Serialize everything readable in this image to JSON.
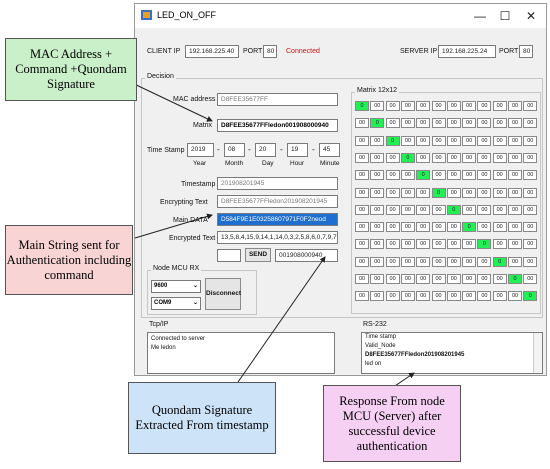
{
  "window": {
    "title": "LED_ON_OFF",
    "controls": [
      "—",
      "☐",
      "✕"
    ]
  },
  "connection": {
    "client_ip_label": "CLIENT IP",
    "client_ip": "192.168.225.40",
    "port_label": "PORT",
    "client_port": "80",
    "status": "Connected",
    "server_ip_label": "SERVER IP",
    "server_ip": "192.168.225.24",
    "server_port_label": "PORT",
    "server_port": "80"
  },
  "decision": {
    "title": "Decision",
    "mac_label": "MAC address",
    "mac_value": "D8FEE35677FF",
    "matrix_label": "Matrix",
    "matrix_value": "D8FEE35677FFledon001908000940",
    "timestamp_label": "Time Stamp",
    "ts": {
      "year": "2019",
      "month": "08",
      "day": "20",
      "hour": "19",
      "minute": "45"
    },
    "ts_units": {
      "year": "Year",
      "month": "Month",
      "day": "Day",
      "hour": "Hour",
      "minute": "Minute"
    },
    "timestamp2_label": "Timestamp",
    "timestamp2_value": "201908201945",
    "enc_label": "Encrypting Text",
    "enc_value": "D8FEE35677FFledon201908201945",
    "main_label": "Main DATA",
    "main_value": "D584F9E1E03258607971F0F2neod",
    "encrypted_label": "Encrypted Text",
    "encrypted_value": "13,5,8,4,15,9,14,1,14,0,3,2,5,8,6,0,7,9,7,1",
    "send_label": "SEND",
    "signature_value": "001908000940"
  },
  "node": {
    "title": "Node MCU RX",
    "baud": "9600",
    "port": "COM9",
    "disconnect_label": "Disconnect"
  },
  "matrix": {
    "title": "Matrix 12x12",
    "cell_text": "00",
    "on_text": "0",
    "on_cells": [
      [
        0,
        0
      ],
      [
        1,
        1
      ],
      [
        2,
        2
      ],
      [
        3,
        3
      ],
      [
        4,
        4
      ],
      [
        5,
        5
      ],
      [
        6,
        6
      ],
      [
        7,
        7
      ],
      [
        8,
        8
      ],
      [
        9,
        9
      ],
      [
        10,
        10
      ],
      [
        11,
        11
      ]
    ]
  },
  "tcp": {
    "title": "Tcp/IP",
    "lines": [
      "Connected to server",
      "Me ledon"
    ]
  },
  "rs232": {
    "title": "RS-232",
    "lines": [
      "Time stamp",
      "Valid_Node",
      "D8FEE35677FFledon201908201945",
      "led on"
    ]
  },
  "callouts": {
    "mac": "MAC Address + Command +Quondam Signature",
    "main": "Main String sent for Authentication including command",
    "quondam": "Quondam Signature Extracted From timestamp",
    "response": "Response From node MCU (Server) after successful device authentication"
  },
  "colors": {
    "mac_callout": "#c9f0c9",
    "main_callout": "#f8d4d4",
    "quondam_callout": "#cde3f7",
    "response_callout": "#f5d0f2",
    "status": "#d01010",
    "selection": "#1e6fd0",
    "led_on": "#22ee55"
  }
}
